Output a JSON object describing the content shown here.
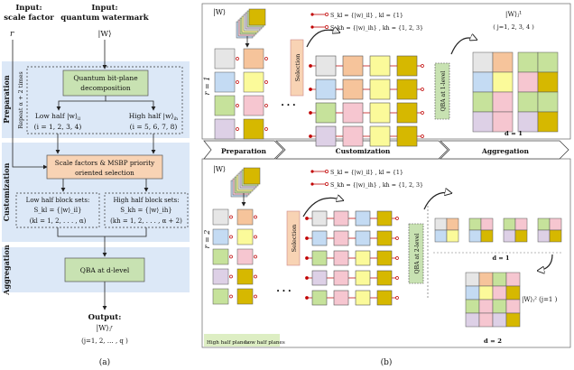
{
  "panel_a": {
    "input_scale_title": "Input:",
    "input_scale_sub": "scale factor",
    "input_scale_var": "r",
    "input_wm_title": "Input:",
    "input_wm_sub": "quantum watermark",
    "input_wm_var": "|W⟩",
    "stage_preparation": "Preparation",
    "stage_customization": "Customization",
    "stage_aggregation": "Aggregation",
    "repeat_label": "Repeat  α + 2  times",
    "decomp_line1": "Quantum bit-plane",
    "decomp_line2": "decomposition",
    "low_half_line1": "Low half |w⟩",
    "low_half_sub": "il",
    "low_half_line2": "(i = 1, 2, 3, 4)",
    "high_half_line1": "High half |w⟩",
    "high_half_sub": "ih",
    "high_half_line2": "(i = 5, 6, 7, 8)",
    "selection_line1": "Scale factors & MSBP priority",
    "selection_line2": "oriented selection",
    "low_set_line1": "Low half block sets:",
    "low_set_line2": "S_kl = {|w⟩_il}",
    "low_set_line3": "(kl = 1, 2, . . . , α)",
    "high_set_line1": "High half block sets:",
    "high_set_line2": "S_kh = {|w⟩_ih}",
    "high_set_line3": "(kh = 1, 2, . . . , α + 2)",
    "qba": "QBA at d-level",
    "output_title": "Output:",
    "output_var": "|W⟩ⱼʳ",
    "output_range": "(j=1, 2, … , q )",
    "caption": "(a)"
  },
  "panel_b": {
    "top_w": "|W⟩",
    "r1_label": "r = 1",
    "r2_label": "r = 2",
    "selection": "Selection",
    "qba1": "QBA at 1-level",
    "qba2": "QBA at 2-level",
    "skl_top": "S_kl = {|w⟩_il} , kl = {1}",
    "skh_top": "S_kh = {|w⟩_ih} , kh = {1, 2, 3}",
    "skl_bot": "S_kl = {|w⟩_il} , kl = {1}",
    "skh_bot": "S_kh = {|w⟩_ih} , kh = {1, 2, 3}",
    "out_top": "|W⟩ⱼ¹",
    "out_top_range": "( j=1, 2, 3, 4 )",
    "d1_top": "d = 1",
    "d1_bot": "d = 1",
    "d2_bot": "d = 2",
    "out_bot": "|W⟩ⱼ² (j=1 )",
    "step_preparation": "Preparation",
    "step_customization": "Customization",
    "step_aggregation": "Aggregation",
    "high_planes": "High half planes",
    "low_planes": "Low half planes",
    "dots": "• • •",
    "caption": "(b)"
  },
  "colors": {
    "stage_band": "#dce8f7",
    "decomp_box": "#c8e2b2",
    "selection_box": "#f8d3b4",
    "qba_box": "#c8e2b2",
    "plane_gray": "#e6e6e6",
    "plane_orange": "#f6c49b",
    "plane_blue": "#c4dbf3",
    "plane_yellow": "#fbfa9a",
    "plane_green": "#c6e29b",
    "plane_pink": "#f6c6d0",
    "plane_purple": "#ddd0e6",
    "plane_olive": "#d6b800",
    "connector_red": "#c00000"
  }
}
